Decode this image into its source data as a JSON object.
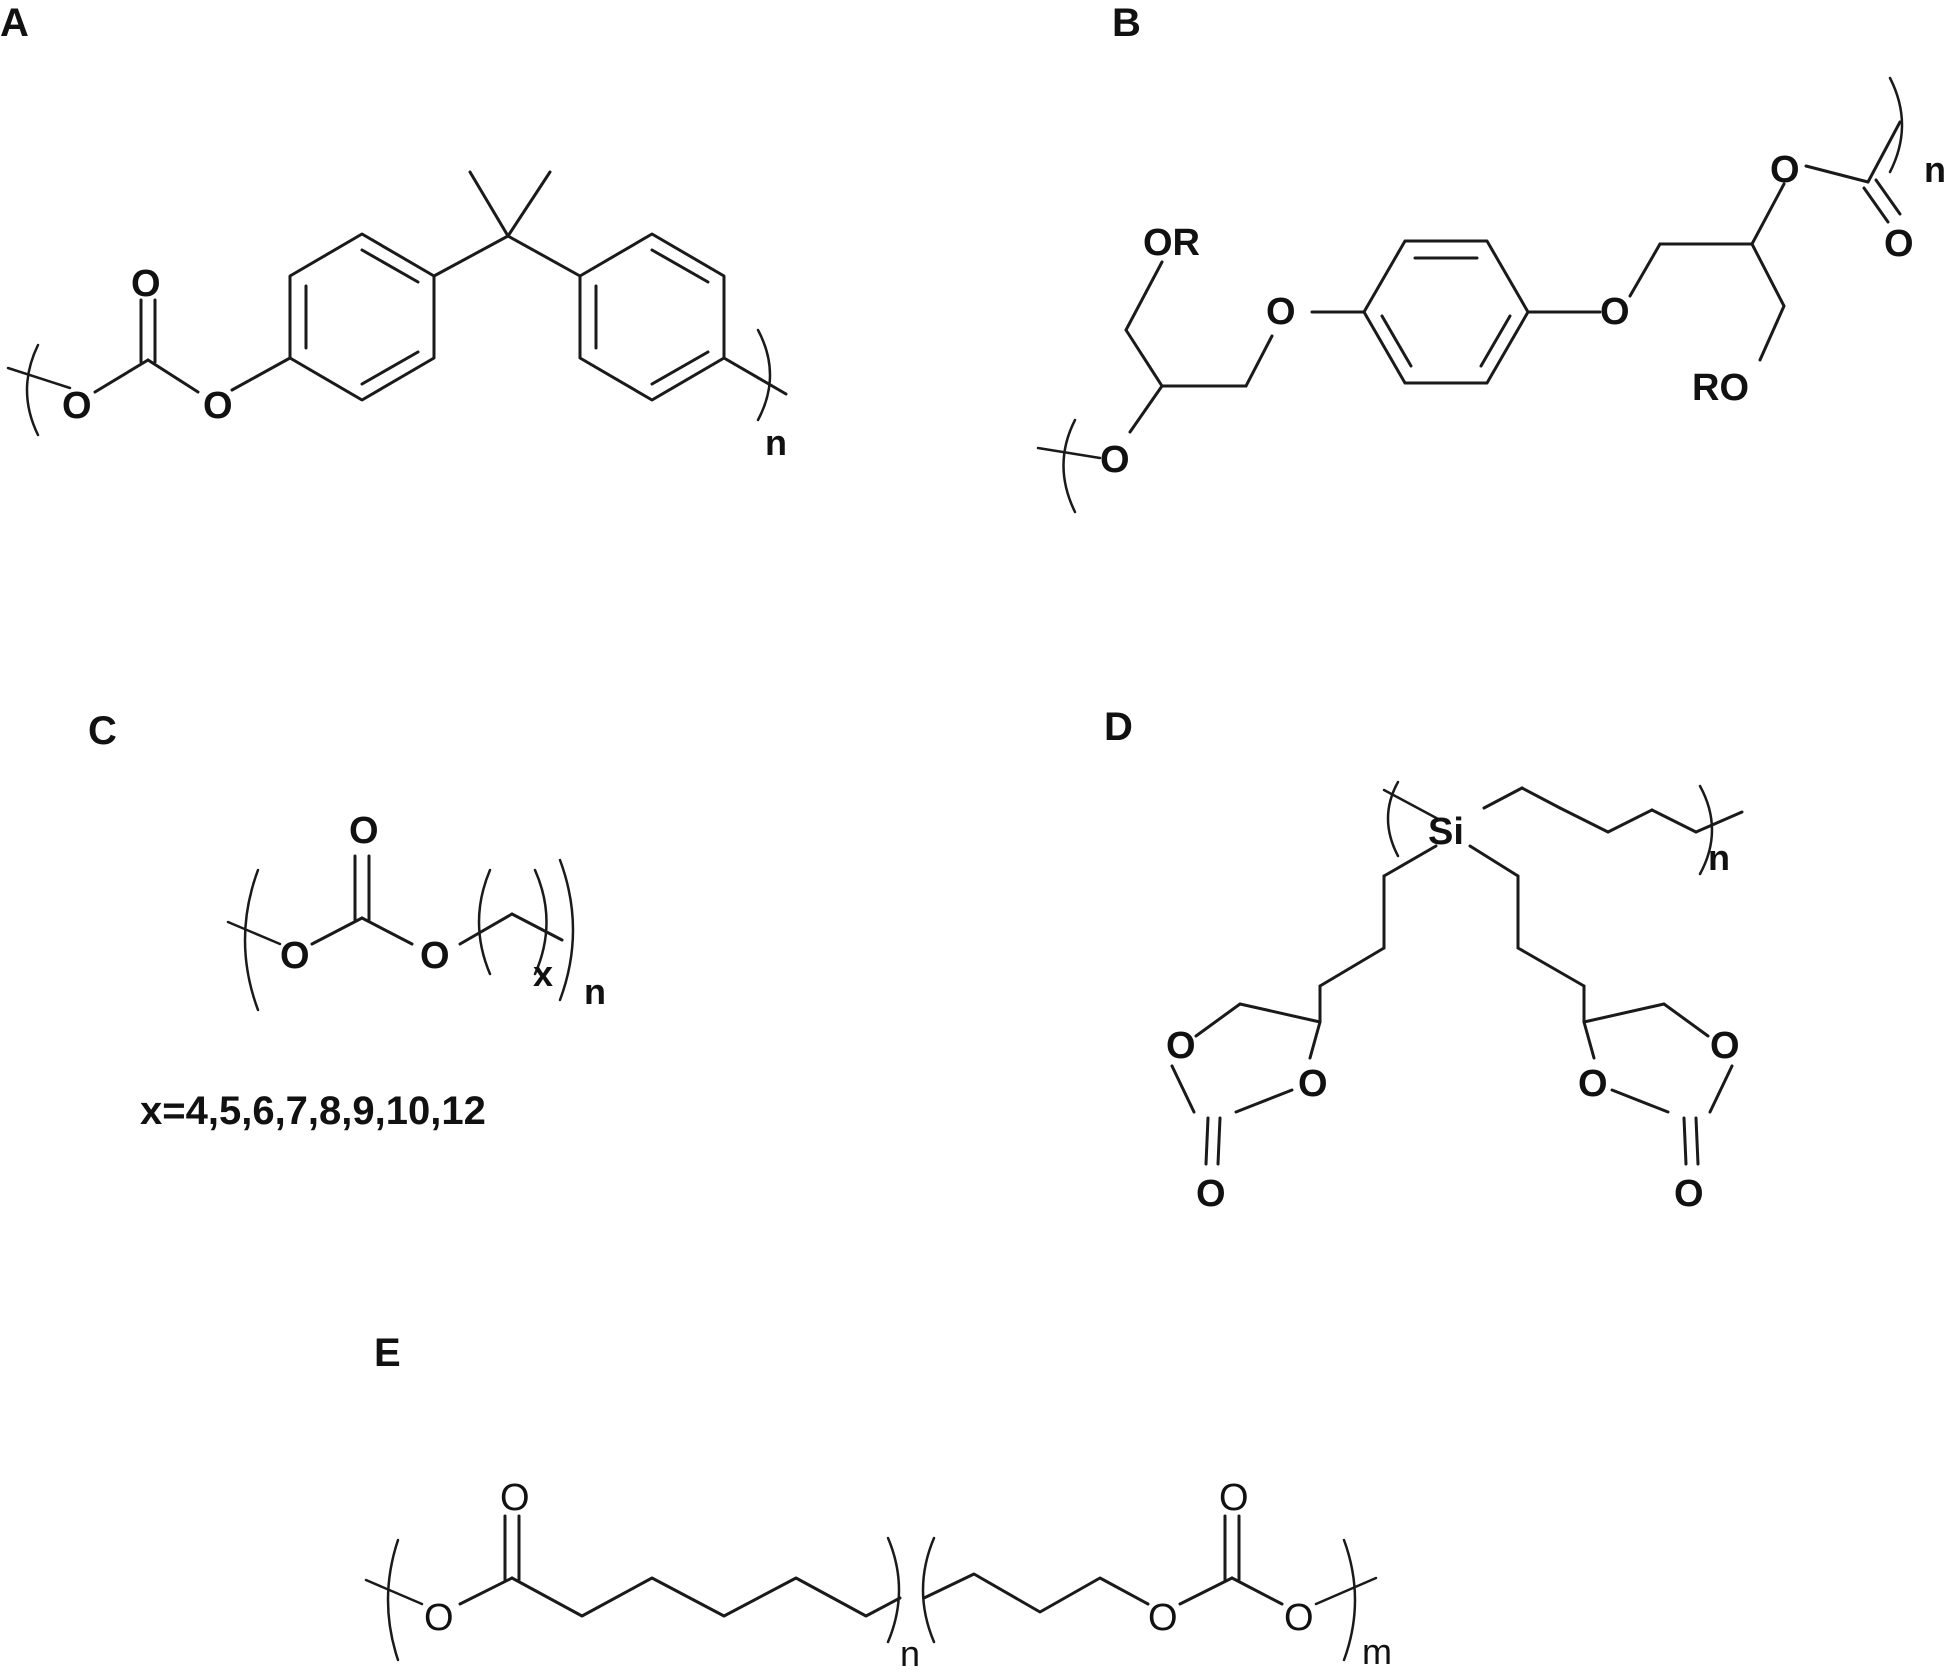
{
  "panels": {
    "a": {
      "label": "A",
      "atoms": {
        "o_carbonyl": "O",
        "o_left": "O",
        "o_right": "O"
      },
      "repeat": "n"
    },
    "b": {
      "label": "B",
      "atoms": {
        "or_top": "OR",
        "o_left": "O",
        "o_mid_left": "O",
        "o_mid_right": "O",
        "o_ester": "O",
        "o_carbonyl": "O",
        "ro_bottom": "RO"
      },
      "repeat": "n"
    },
    "c": {
      "label": "C",
      "atoms": {
        "o_carbonyl": "O",
        "o_left": "O",
        "o_right": "O"
      },
      "inner_repeat": "x",
      "repeat": "n",
      "note": "x=4,5,6,7,8,9,10,12"
    },
    "d": {
      "label": "D",
      "atoms": {
        "si": "Si",
        "o_ring_l_top": "O",
        "o_ring_l_right": "O",
        "o_carbonyl_l": "O",
        "o_ring_r_top": "O",
        "o_ring_r_left": "O",
        "o_carbonyl_r": "O"
      },
      "repeat": "n"
    },
    "e": {
      "label": "E",
      "atoms": {
        "o_left": "O",
        "o_carbonyl_left": "O",
        "o_carbonyl_right": "O",
        "o_mid": "O",
        "o_end": "O"
      },
      "repeat_left": "n",
      "repeat_right": "m"
    }
  }
}
